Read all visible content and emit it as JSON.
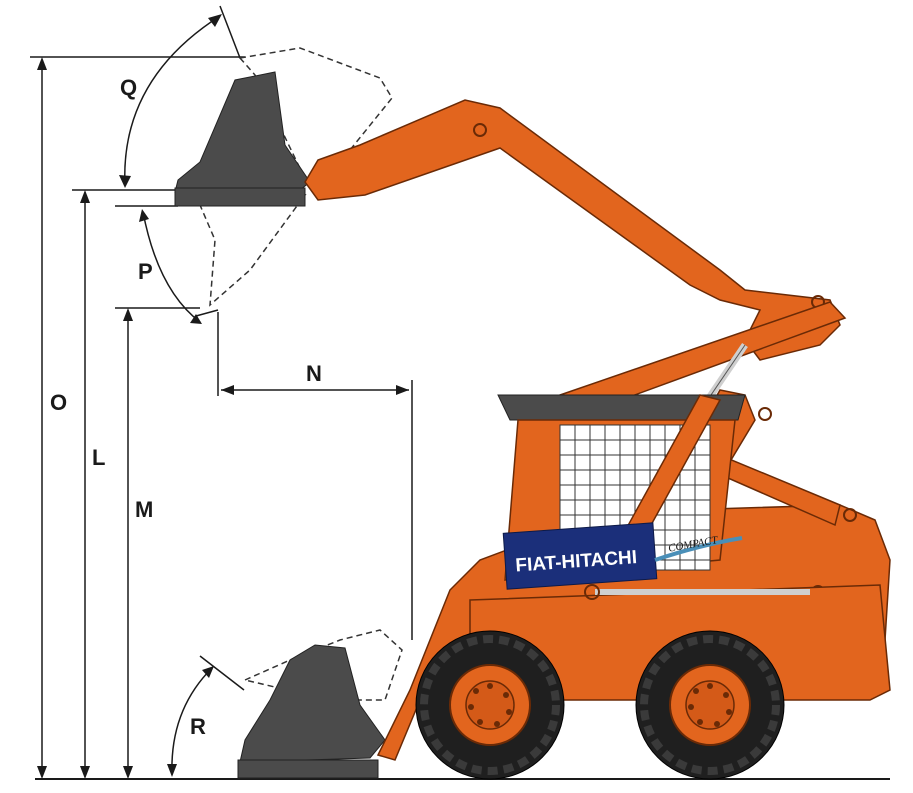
{
  "colors": {
    "machine": "#e2651e",
    "machine_dark": "#b64a10",
    "bucket": "#4b4b4b",
    "tire": "#1f1f1f",
    "dim_line": "#1a1a1a",
    "brand_panel": "#1b2f7a"
  },
  "labels": {
    "Q": "Q",
    "P": "P",
    "N": "N",
    "O": "O",
    "L": "L",
    "M": "M",
    "R": "R"
  },
  "brand": {
    "name": "FIAT-HITACHI",
    "badge": "COMPACT"
  }
}
